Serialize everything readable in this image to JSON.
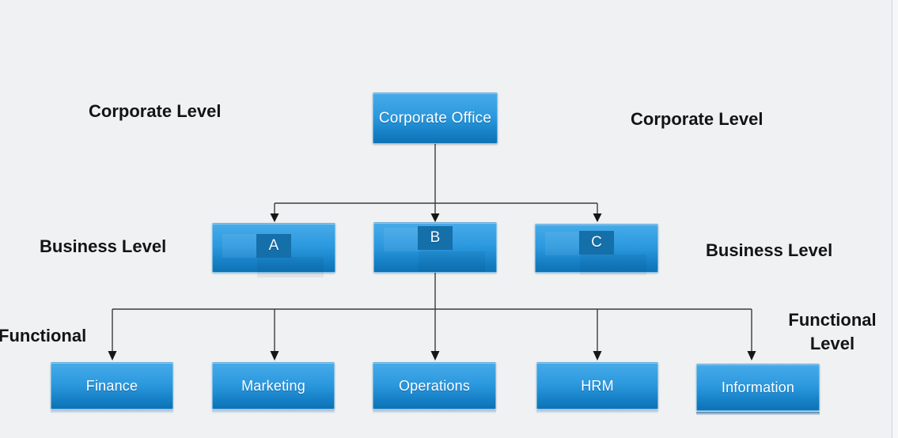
{
  "slide": {
    "background": "#f0f1f2",
    "line_color": "#3d3d3d",
    "arrow_color": "#161616",
    "box_gradient_top": "#47abe9",
    "box_gradient_bottom": "#0e72b4",
    "box_text_color": "#ffffff",
    "label_text_color": "#141414"
  },
  "labels": {
    "corporate_left": "Corporate Level",
    "corporate_right": "Corporate Level",
    "business_left": "Business Level",
    "business_right": "Business Level",
    "functional_left": "Functional",
    "functional_right_line1": "Functional",
    "functional_right_line2": "Level"
  },
  "nodes": {
    "corporate_office": "Corporate Office",
    "business_units": [
      "A",
      "B",
      "C"
    ],
    "functions": [
      "Finance",
      "Marketing",
      "Operations",
      "HRM",
      "Information"
    ]
  },
  "hierarchy": {
    "root": "Corporate Office",
    "root_children": [
      "A",
      "B",
      "C"
    ],
    "b_children": [
      "Finance",
      "Marketing",
      "Operations",
      "HRM",
      "Information"
    ]
  }
}
